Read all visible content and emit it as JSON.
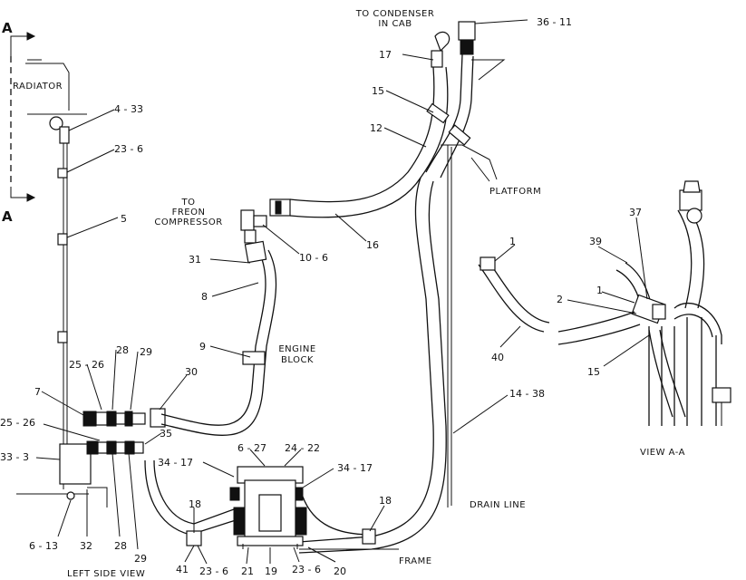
{
  "section_markers": {
    "top": "A",
    "bottom": "A"
  },
  "captions": {
    "to_condenser": "TO CONDENSER\nIN CAB",
    "to_freon": "TO\nFREON\nCOMPRESSOR",
    "radiator": "RADIATOR",
    "platform": "PLATFORM",
    "engine_block": "ENGINE\nBLOCK",
    "drain_line": "DRAIN LINE",
    "frame": "FRAME",
    "left_side_view": "LEFT SIDE VIEW",
    "view_aa": "VIEW A-A"
  },
  "callouts": [
    "36 - 11",
    "17",
    "15",
    "12",
    "4 - 33",
    "23 - 6",
    "5",
    "16",
    "10 - 6",
    "31",
    "8",
    "9",
    "7",
    "25 - 26",
    "28",
    "29",
    "30",
    "25 - 26",
    "33 - 3",
    "35",
    "34 - 17",
    "6 - 27",
    "24 - 22",
    "34 - 17",
    "18",
    "18",
    "6 - 13",
    "32",
    "28",
    "29",
    "41",
    "23 - 6",
    "21",
    "19",
    "23 - 6",
    "20",
    "14 - 38",
    "1",
    "40",
    "37",
    "39",
    "1",
    "2",
    "15"
  ]
}
